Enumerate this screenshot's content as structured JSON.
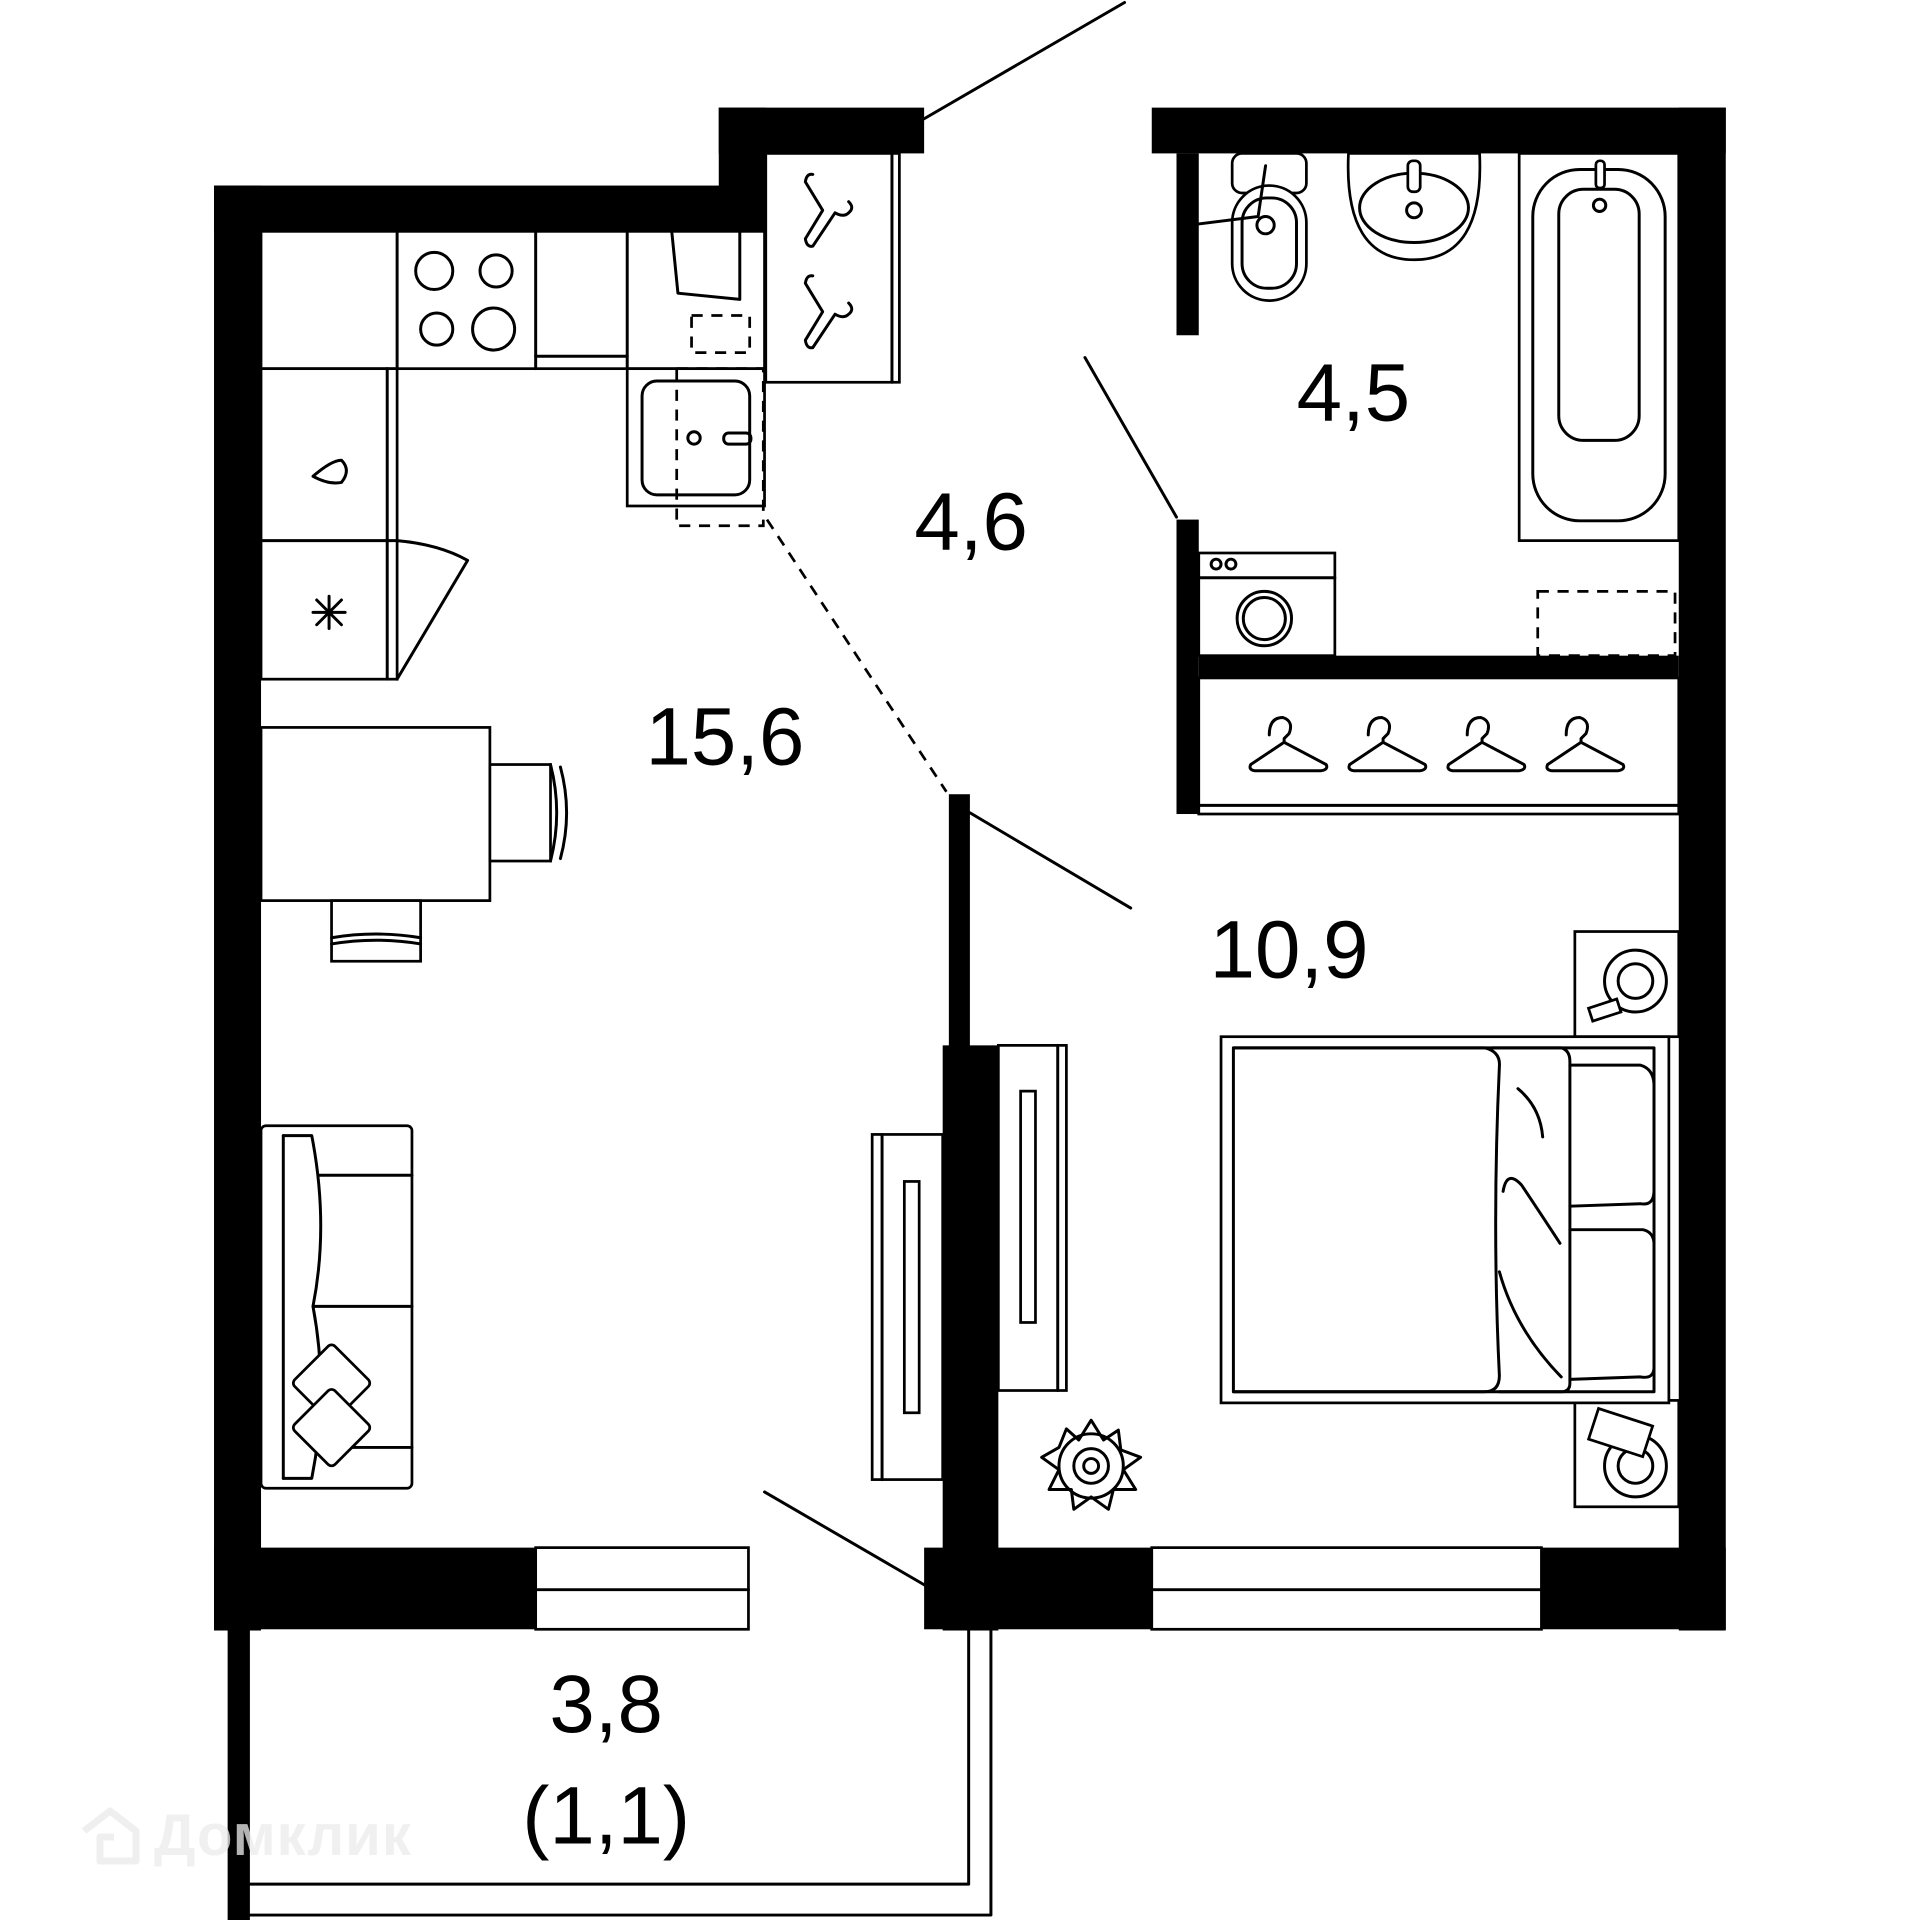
{
  "plan": {
    "type": "apartment floor plan",
    "rooms": [
      {
        "id": "living-kitchen",
        "area": "15,6"
      },
      {
        "id": "hallway",
        "area": "4,6"
      },
      {
        "id": "bathroom",
        "area": "4,5"
      },
      {
        "id": "bedroom",
        "area": "10,9"
      },
      {
        "id": "balcony",
        "area": "3,8",
        "area_reduced": "(1,1)"
      }
    ]
  },
  "watermark": {
    "text": "Домклик"
  },
  "colors": {
    "wall": "#000000",
    "background": "#ffffff",
    "watermark": "#ebebeb"
  }
}
